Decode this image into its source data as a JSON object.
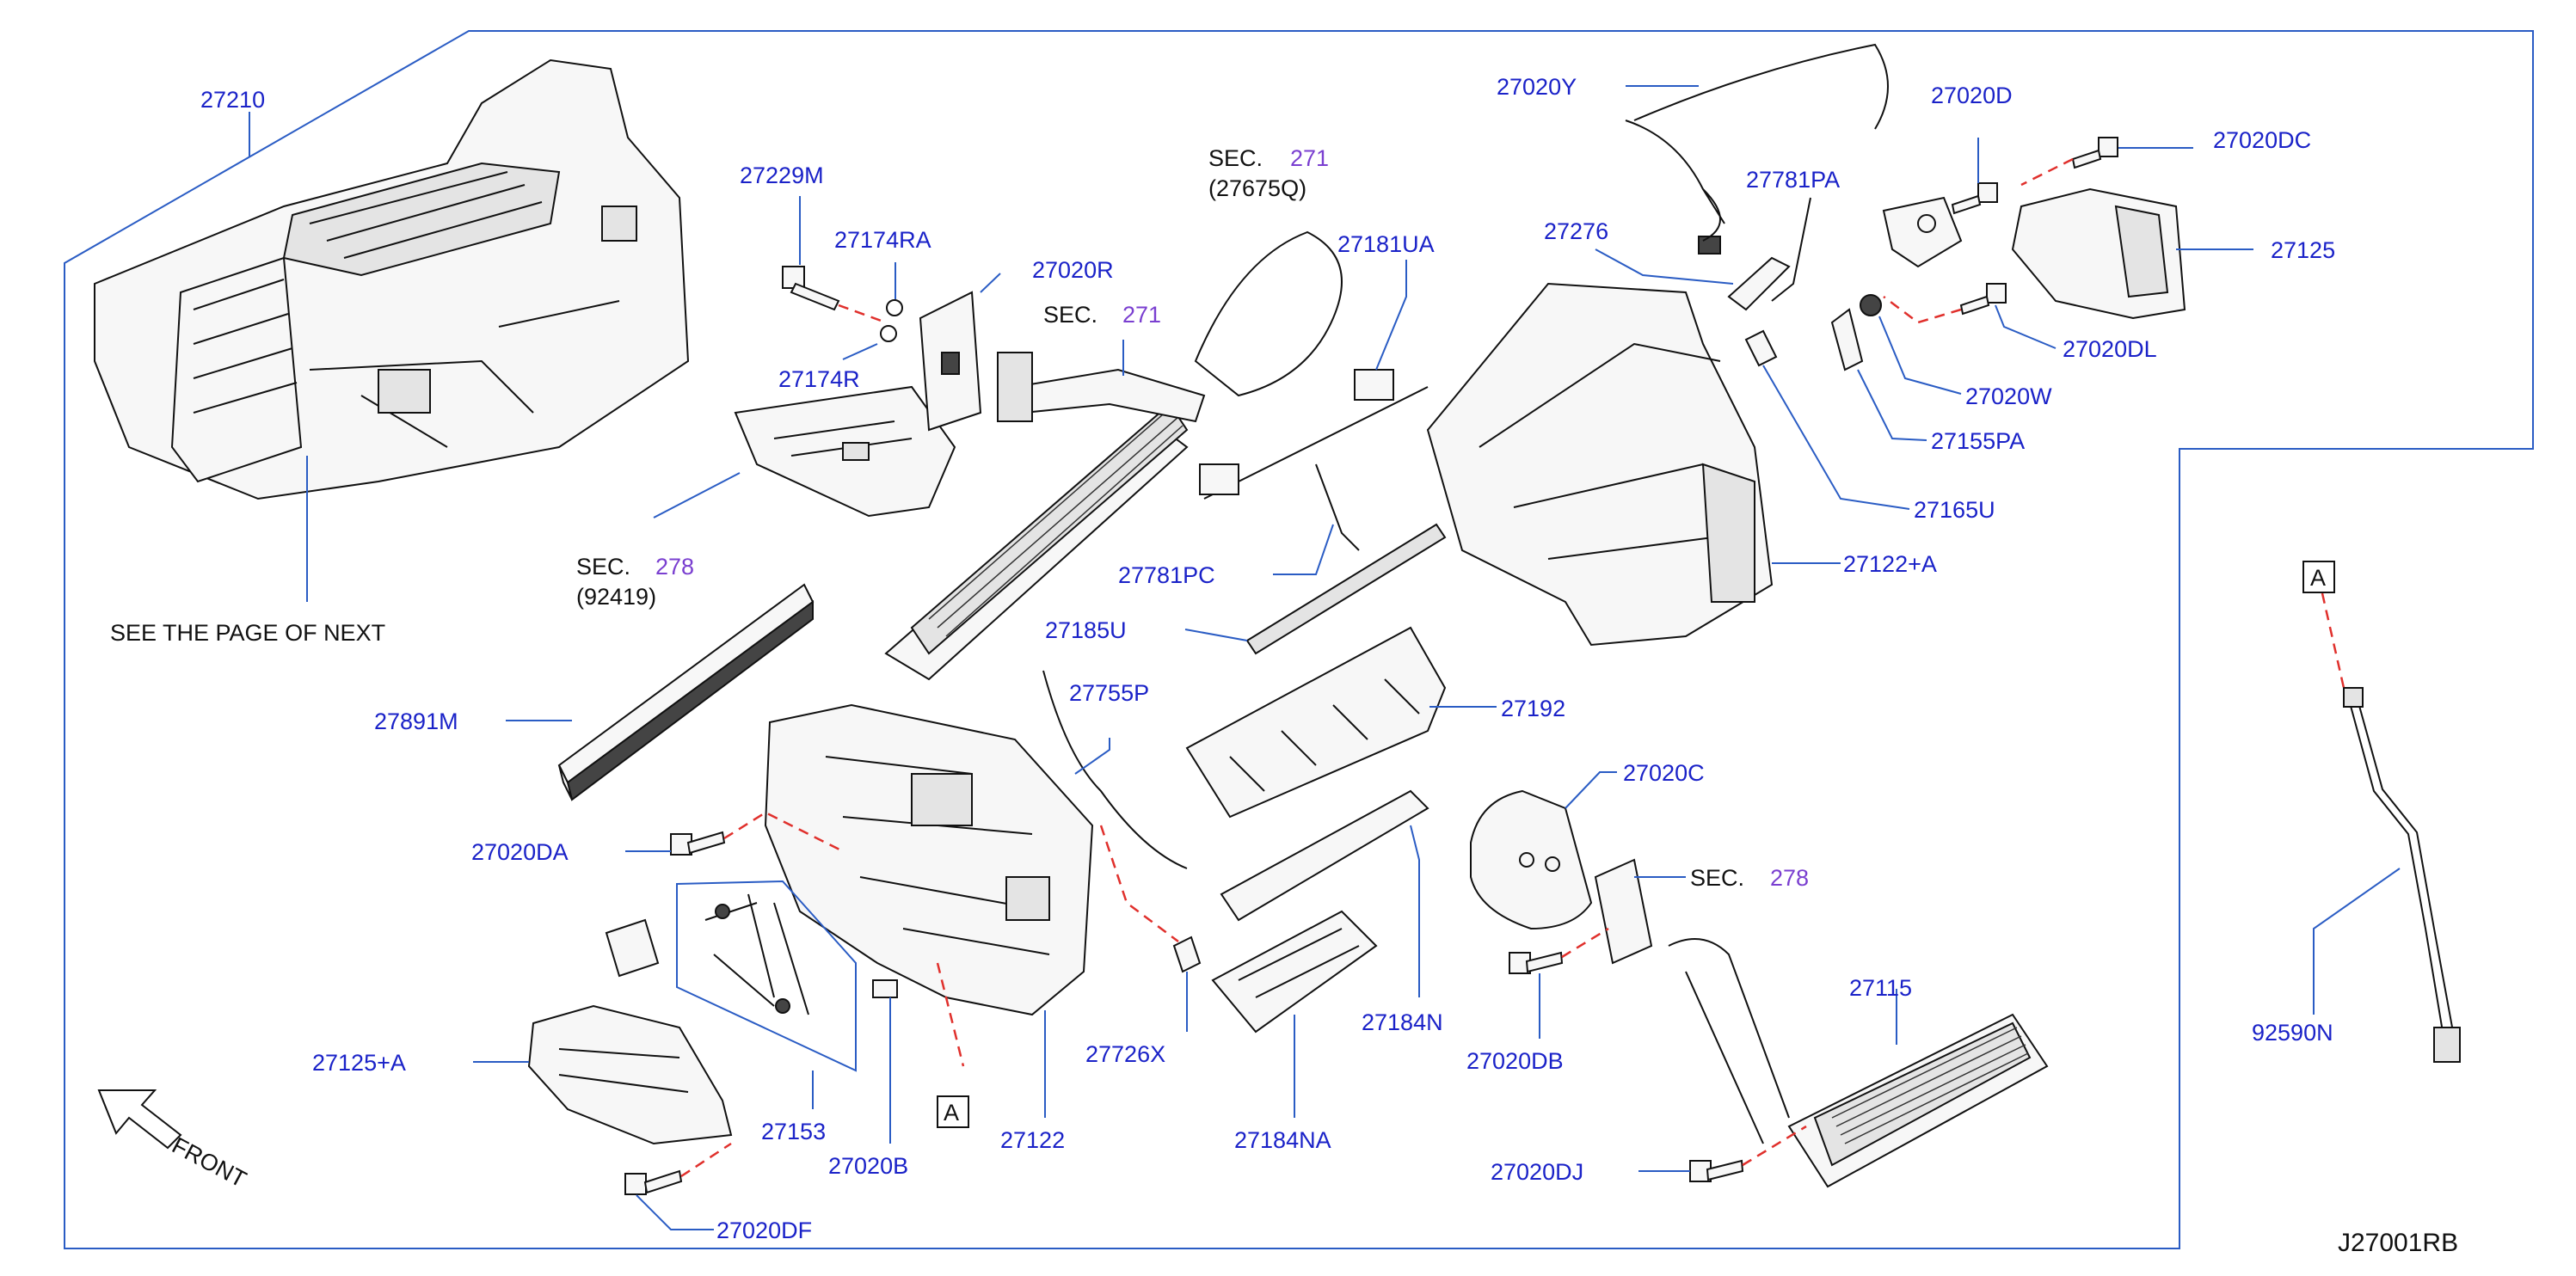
{
  "diagram_code": "J27001RB",
  "labels": {
    "l27210": "27210",
    "see_next": "SEE  THE  PAGE  OF  NEXT",
    "l27229M": "27229M",
    "l27174RA": "27174RA",
    "l27020R": "27020R",
    "l27174R": "27174R",
    "sec271_top_a": "SEC.",
    "sec271_top_b": "271",
    "sec271_top_c": "(27675Q)",
    "sec271_mid_a": "SEC.",
    "sec271_mid_b": "271",
    "l27181UA": "27181UA",
    "sec278_a": "SEC.",
    "sec278_b": "278",
    "sec278_c": "(92419)",
    "l27781PC": "27781PC",
    "l27185U": "27185U",
    "l27891M": "27891M",
    "l27755P": "27755P",
    "l27192": "27192",
    "l27020DA": "27020DA",
    "l27125A": "27125+A",
    "l27153": "27153",
    "l27020B": "27020B",
    "l27122": "27122",
    "l27726X": "27726X",
    "l27184N": "27184N",
    "l27184NA": "27184NA",
    "l27020DF": "27020DF",
    "l27020Y": "27020Y",
    "l27020D": "27020D",
    "l27020DC": "27020DC",
    "l27781PA": "27781PA",
    "l27276": "27276",
    "l27125": "27125",
    "l27020DL": "27020DL",
    "l27020W": "27020W",
    "l27155PA": "27155PA",
    "l27165U": "27165U",
    "l27122A": "27122+A",
    "l27020C": "27020C",
    "sec278b_a": "SEC.",
    "sec278b_b": "278",
    "l27020DB": "27020DB",
    "l27115": "27115",
    "l27020DJ": "27020DJ",
    "l92590N": "92590N",
    "marker_a1": "A",
    "marker_a2": "A",
    "front": "FRONT"
  }
}
